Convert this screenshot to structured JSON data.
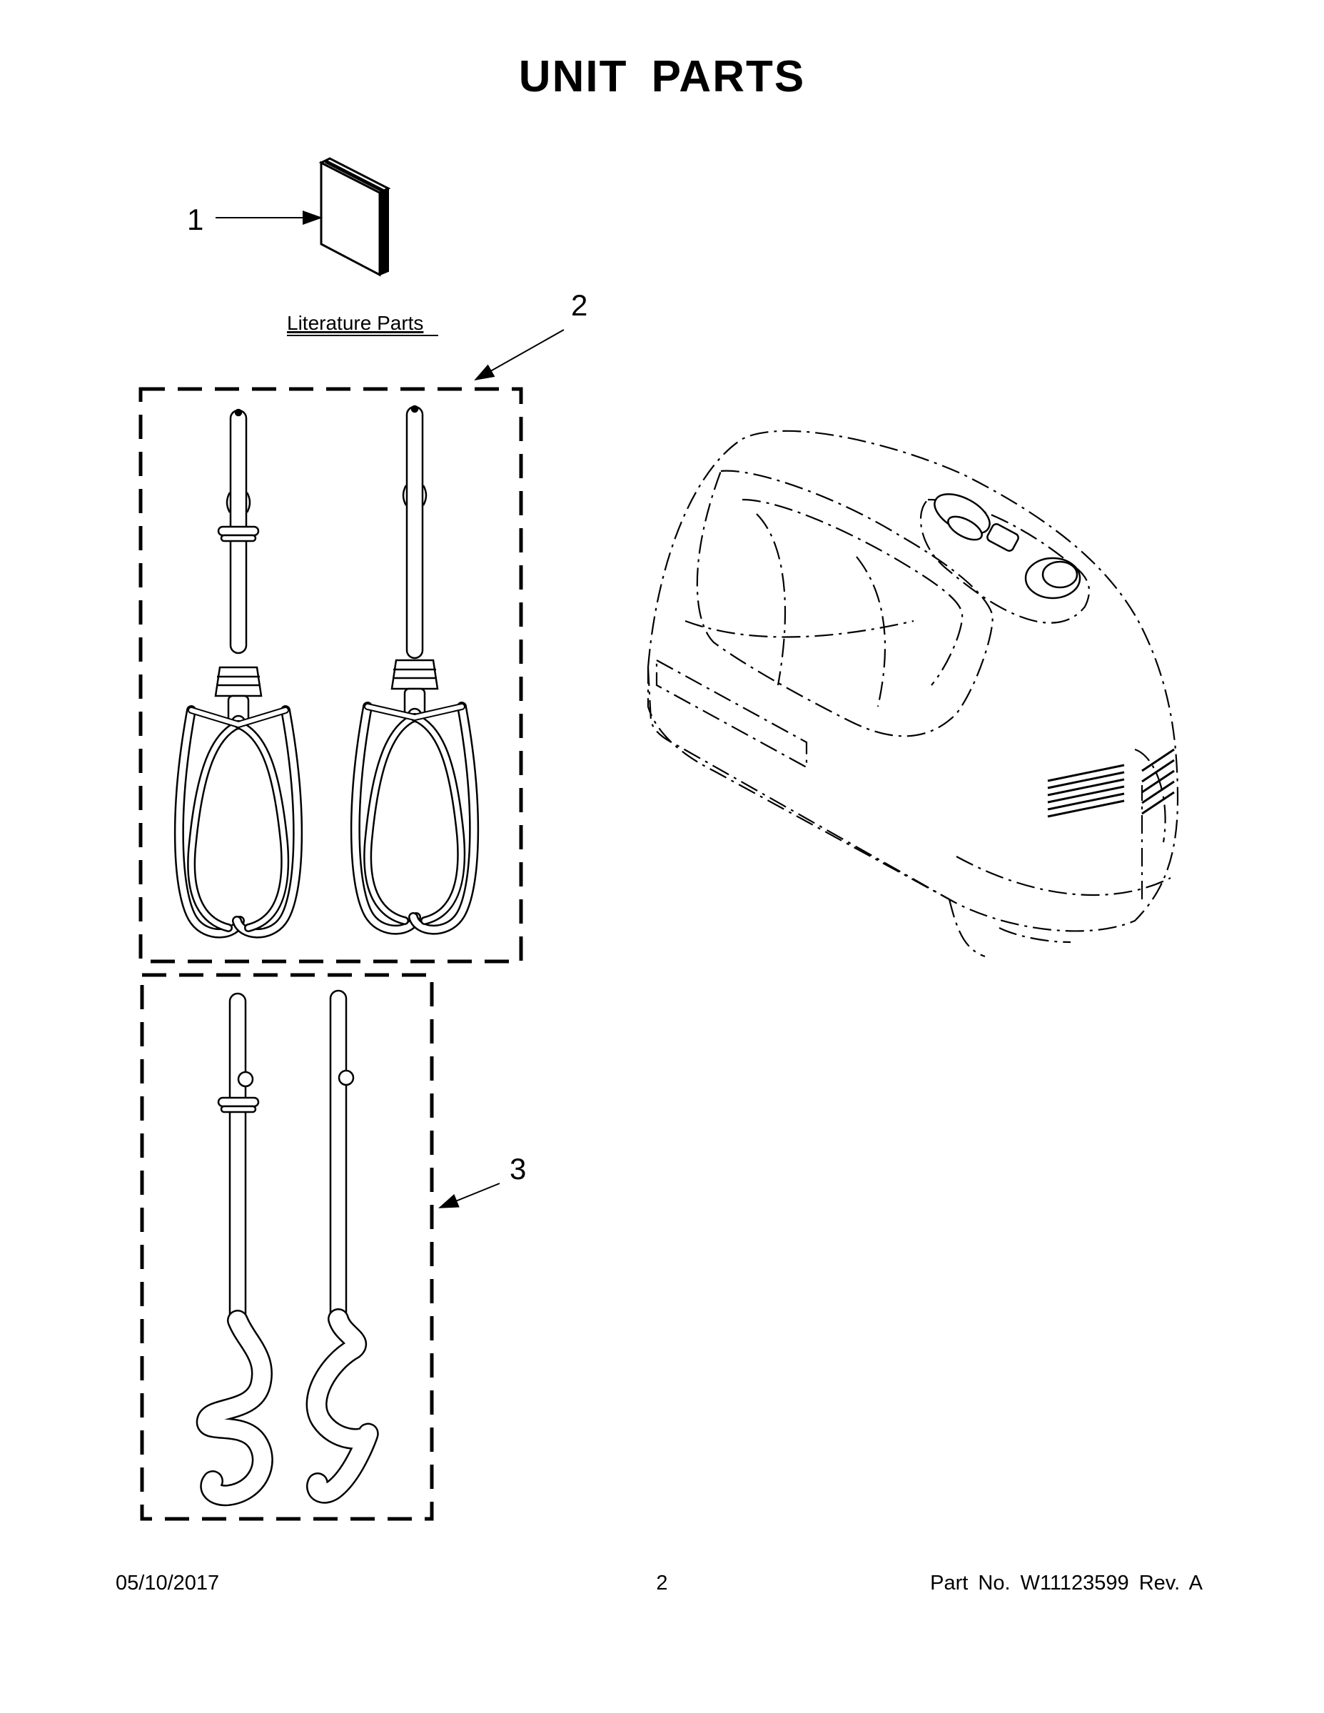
{
  "page": {
    "title": "UNIT PARTS"
  },
  "callouts": [
    {
      "number": "1"
    },
    {
      "number": "2"
    },
    {
      "number": "3"
    }
  ],
  "literature": {
    "label": "Literature Parts"
  },
  "footer": {
    "date": "05/10/2017",
    "page_number": "2",
    "part_info": "Part No.  W11123599  Rev.  A"
  }
}
